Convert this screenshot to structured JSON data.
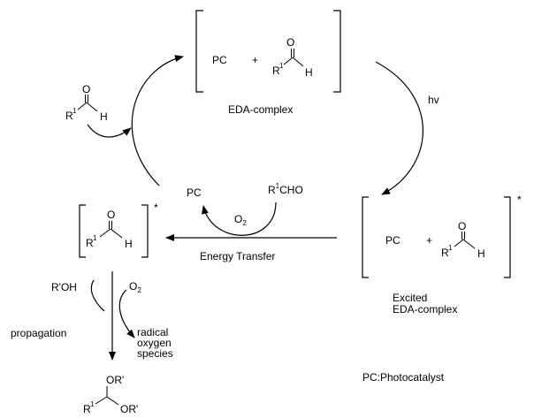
{
  "labels": {
    "pc": "PC",
    "plus": "+",
    "r": "R",
    "r_sup": "1",
    "o": "O",
    "h": "H",
    "eda_complex": "EDA-complex",
    "hv": "hv",
    "star": "*",
    "excited": "Excited",
    "excited_eda": "EDA-complex",
    "energy_transfer": "Energy Transfer",
    "o2_main": "O",
    "o2_sub": "2",
    "r1cho_r": "R",
    "r1cho_sup": "1",
    "r1cho_rest": "CHO",
    "rprime_oh": "R'OH",
    "o2_side": "O",
    "o2_side_sub": "2",
    "propagation": "propagation",
    "radical": "radical",
    "oxygen": "oxygen",
    "species": "species",
    "or_top": "OR'",
    "or_right": "OR'",
    "pc_legend": "PC:Photocatalyst"
  }
}
